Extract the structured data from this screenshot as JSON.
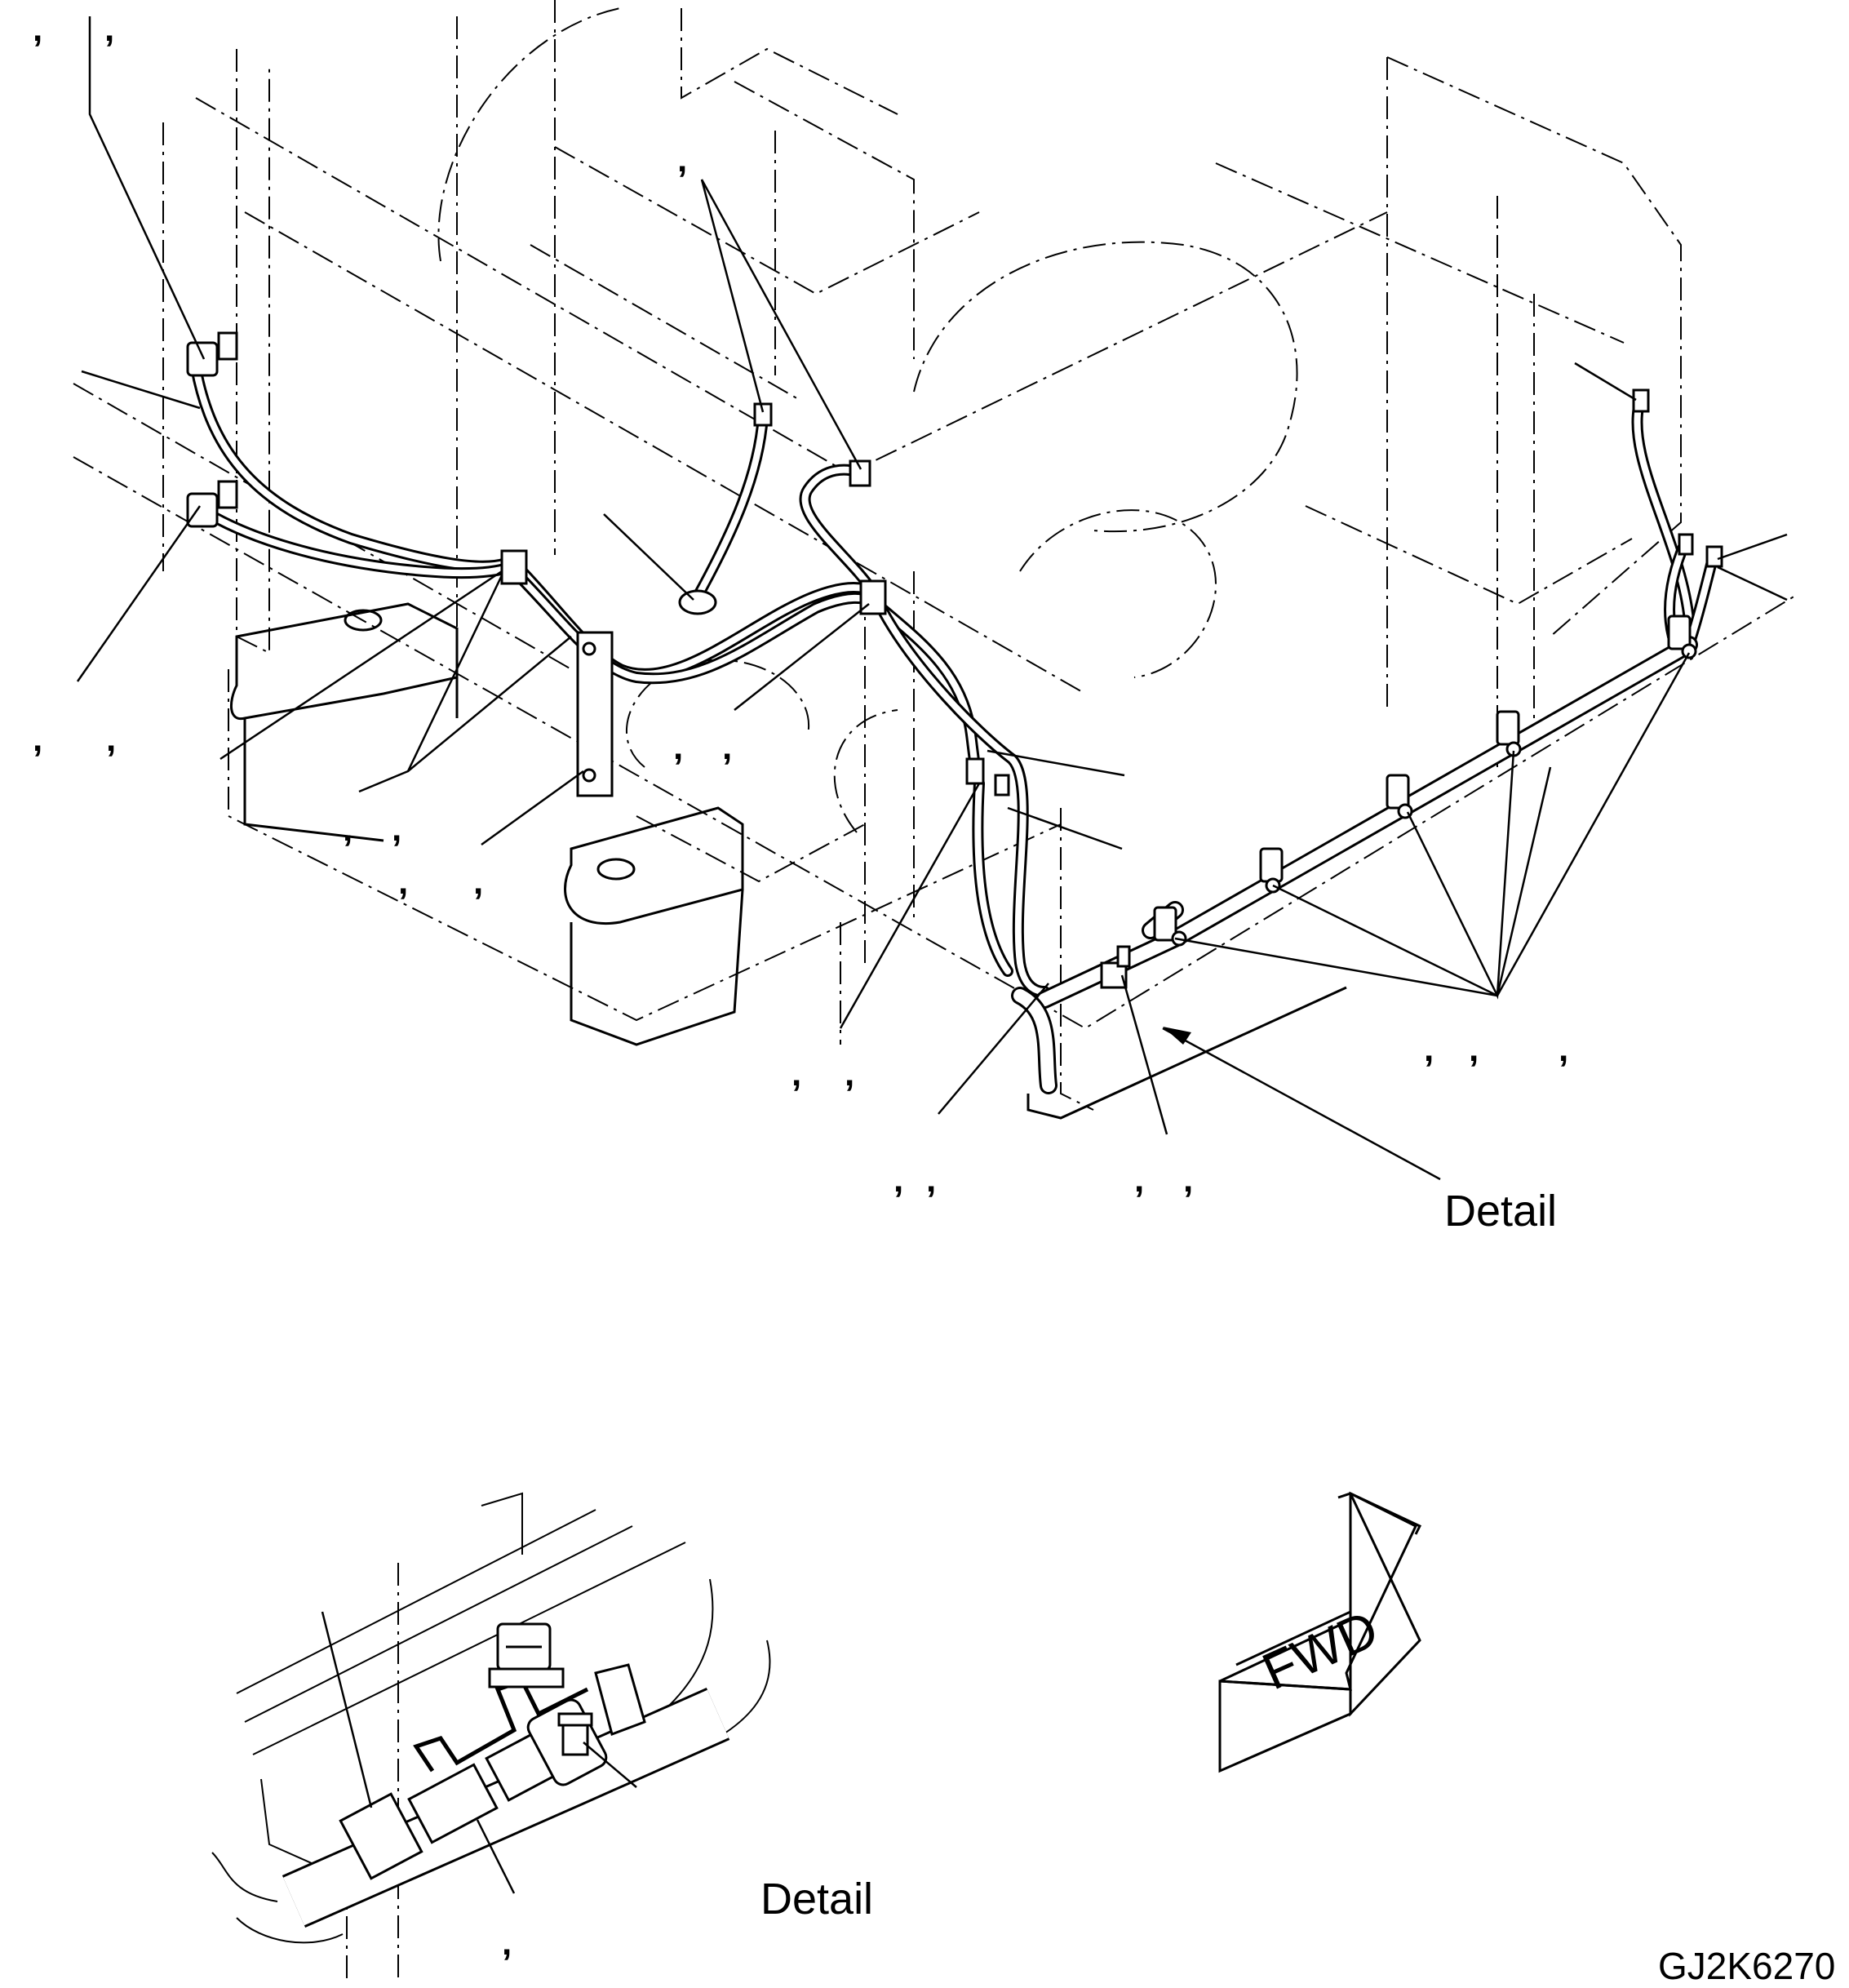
{
  "diagram": {
    "detail_main_label": "Detail",
    "detail_inset_label": "Detail",
    "drawing_code": "GJ2K6270",
    "fwd_label": "FWD",
    "comma_glyph": ","
  }
}
